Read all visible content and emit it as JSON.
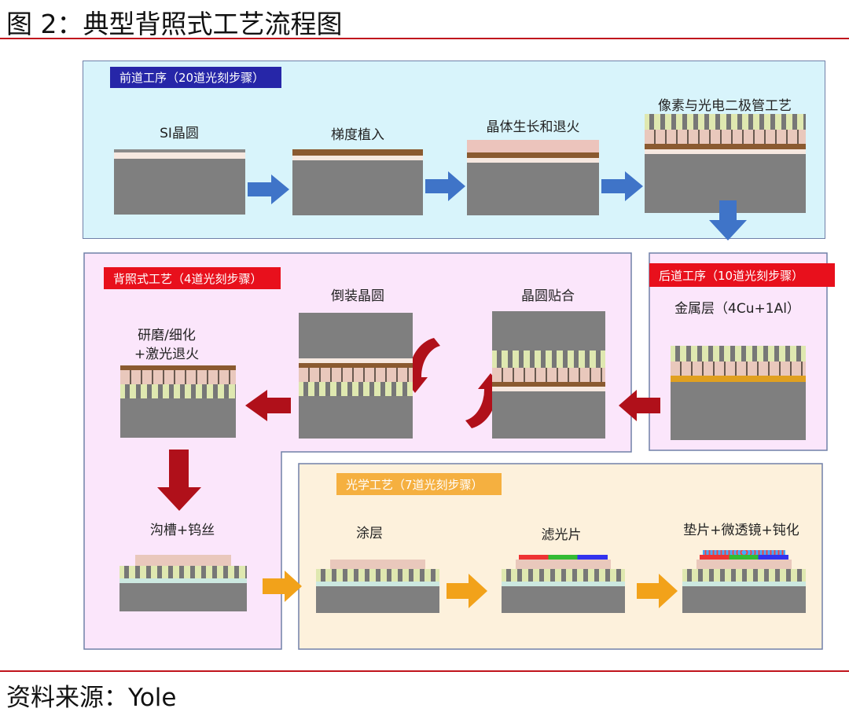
{
  "title": "图 2：典型背照式工艺流程图",
  "source": "资料来源：Yole",
  "front": {
    "tag": "前道工序（20道光刻步骤）",
    "stages": [
      "SI晶圆",
      "梯度植入",
      "晶体生长和退火",
      "像素与光电二极管工艺"
    ]
  },
  "back_end": {
    "tag": "后道工序（10道光刻步骤）",
    "stage": "金属层（4Cu+1Al）"
  },
  "bsi": {
    "tag": "背照式工艺（4道光刻步骤）",
    "flip": "倒装晶圆",
    "bond": "晶圆贴合",
    "thin1": "研磨/细化",
    "thin2": "+激光退火",
    "trench": "沟槽+钨丝"
  },
  "optical": {
    "tag": "光学工艺（7道光刻步骤）",
    "stages": [
      "涂层",
      "滤光片",
      "垫片+微透镜+钝化"
    ]
  },
  "colors": {
    "front_tag": "#2626a8",
    "red_tag": "#e8101c",
    "orange_tag": "#f5b040",
    "blue_arrow": "#3f74c8",
    "red_arrow": "#b0101a",
    "orange_arrow": "#f2a21a"
  }
}
